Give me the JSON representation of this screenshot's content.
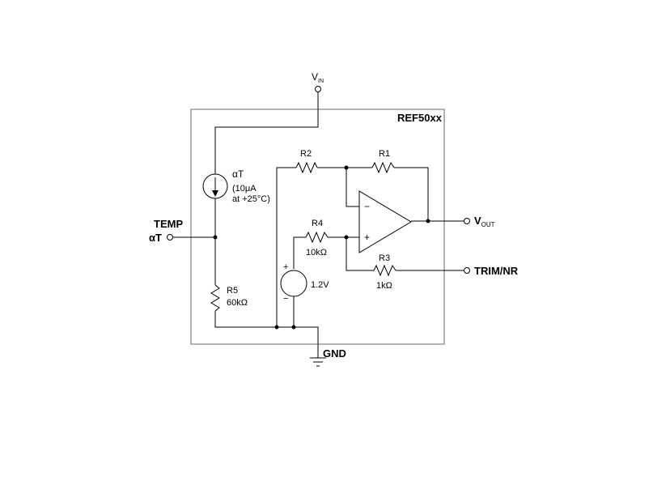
{
  "part_label": "REF50xx",
  "pins": {
    "vin": "V",
    "vin_sub": "IN",
    "vout": "V",
    "vout_sub": "OUT",
    "temp": "TEMP",
    "temp_sub": "αT",
    "trim": "TRIM/NR",
    "gnd": "GND"
  },
  "current_source": {
    "name": "αT",
    "line1": "(10μA",
    "line2": "at +25°C)"
  },
  "resistors": {
    "r1": {
      "name": "R1"
    },
    "r2": {
      "name": "R2"
    },
    "r3": {
      "name": "R3",
      "value": "1kΩ"
    },
    "r4": {
      "name": "R4",
      "value": "10kΩ"
    },
    "r5": {
      "name": "R5",
      "value": "60kΩ"
    }
  },
  "voltage_source": {
    "value": "1.2V",
    "plus": "+",
    "minus": "−"
  },
  "opamp": {
    "minus": "−",
    "plus": "+"
  }
}
